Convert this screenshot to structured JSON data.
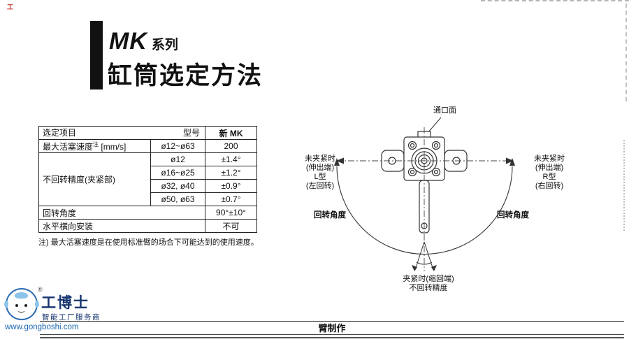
{
  "header": {
    "series": "MK",
    "series_suffix": "系列",
    "title": "缸筒选定方法"
  },
  "table": {
    "corner": {
      "item": "选定项目",
      "model": "型号"
    },
    "model_header": {
      "new": "新",
      "name": "MK"
    },
    "speed": {
      "label": "最大活塞速度",
      "sup": "注",
      "unit": "[mm/s]",
      "range": "ø12~ø63",
      "value": "200"
    },
    "accuracy": {
      "label": "不回转精度(夹紧部)",
      "rows": [
        {
          "size": "ø12",
          "value": "±1.4°"
        },
        {
          "size": "ø16~ø25",
          "value": "±1.2°"
        },
        {
          "size": "ø32, ø40",
          "value": "±0.9°"
        },
        {
          "size": "ø50, ø63",
          "value": "±0.7°"
        }
      ]
    },
    "angle": {
      "label": "回转角度",
      "value": "90°±10°"
    },
    "mount": {
      "label": "水平横向安装",
      "value": "不可"
    },
    "note": "注) 最大活塞速度是在使用标准臂的场合下可能达到的使用速度。"
  },
  "diagram": {
    "port_label": "通口面",
    "left_labels": [
      "未夹紧时",
      "(伸出端)",
      "L型",
      "(左回转)"
    ],
    "right_labels": [
      "未夹紧时",
      "(伸出端)",
      "R型",
      "(右回转)"
    ],
    "angle_left": "回转角度",
    "angle_right": "回转角度",
    "clamp_label_1": "夹紧时(缩回端)",
    "clamp_label_2": "不回转精度"
  },
  "footer": {
    "bar": "臂制作"
  },
  "logo": {
    "reg": "®",
    "name": "工博士",
    "tagline": "智能工厂服务商",
    "url": "www.gongboshi.com",
    "corner_mark": "工"
  },
  "colors": {
    "accent_blue": "#2b6cb5",
    "logo_navy": "#16356e",
    "table_header_gray": "#c9c9c9"
  }
}
